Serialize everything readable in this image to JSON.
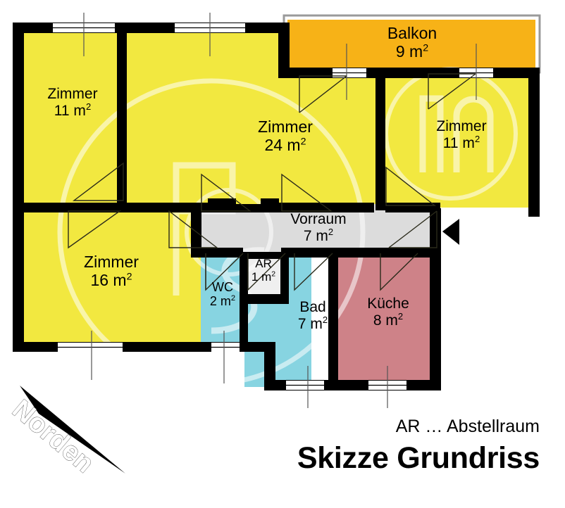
{
  "title": "Skizze Grundriss",
  "legend": "AR … Abstellraum",
  "compass": {
    "label": "Norden",
    "direction": "south-east-arrow"
  },
  "colors": {
    "wall": "#000000",
    "room_yellow": "#F2E840",
    "balcony_orange": "#F7B217",
    "hall_grey": "#DCDCDC",
    "wet_blue": "#87D4E1",
    "kitchen_red": "#CE8288",
    "ar_white": "#EFEFEF",
    "background": "#FFFFFF"
  },
  "rooms": [
    {
      "id": "zimmer-11-left",
      "name": "Zimmer",
      "area": "11 m",
      "unit_sup": "2",
      "fill": "yellow"
    },
    {
      "id": "zimmer-24",
      "name": "Zimmer",
      "area": "24 m",
      "unit_sup": "2",
      "fill": "yellow"
    },
    {
      "id": "zimmer-11-right",
      "name": "Zimmer",
      "area": "11 m",
      "unit_sup": "2",
      "fill": "yellow"
    },
    {
      "id": "zimmer-16",
      "name": "Zimmer",
      "area": "16 m",
      "unit_sup": "2",
      "fill": "yellow"
    },
    {
      "id": "balkon",
      "name": "Balkon",
      "area": "9 m",
      "unit_sup": "2",
      "fill": "orange"
    },
    {
      "id": "vorraum",
      "name": "Vorraum",
      "area": "7 m",
      "unit_sup": "2",
      "fill": "grey"
    },
    {
      "id": "wc",
      "name": "WC",
      "area": "2 m",
      "unit_sup": "2",
      "fill": "blue"
    },
    {
      "id": "ar",
      "name": "AR",
      "area": "1 m",
      "unit_sup": "2",
      "fill": "white"
    },
    {
      "id": "bad",
      "name": "Bad",
      "area": "7 m",
      "unit_sup": "2",
      "fill": "blue"
    },
    {
      "id": "kueche",
      "name": "Küche",
      "area": "8 m",
      "unit_sup": "2",
      "fill": "red"
    }
  ],
  "features": {
    "entrance_marker": "entrance-arrow",
    "window_count": 10,
    "door_count": 9,
    "watermark": "circular-logo-watermark"
  }
}
